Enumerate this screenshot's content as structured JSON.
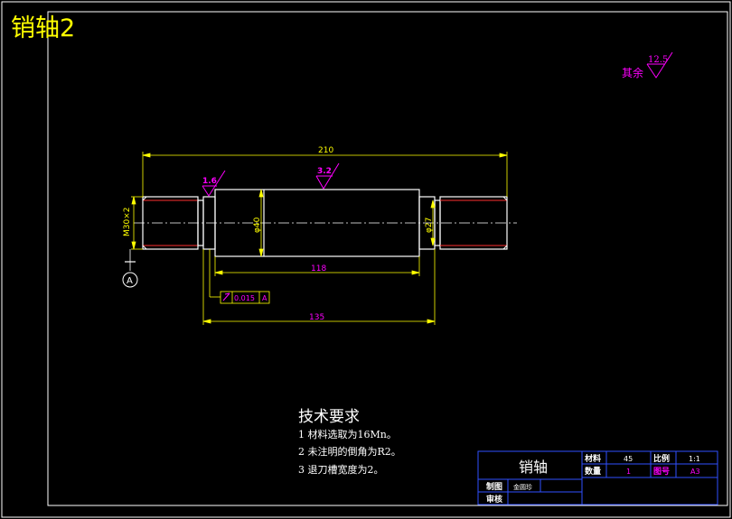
{
  "window": {
    "title": "销轴2"
  },
  "colors": {
    "background": "#000000",
    "frame": "#ffffff",
    "geometry": "#ffffff",
    "dimension": "#ffff00",
    "annotation": "#ff00ff",
    "thread": "#ff3030",
    "centerline": "#ffffff",
    "title_block": "#3050ff"
  },
  "roughness": {
    "other": {
      "label": "其余",
      "value": "12.5"
    },
    "left_shoulder": "1.6",
    "main_body": "3.2"
  },
  "dimensions": {
    "overall_length": "210",
    "body_length": "118",
    "length_to_right_shoulder": "135",
    "thread": "M30×2",
    "body_diameter": "φ40",
    "neck_diameter": "φ27"
  },
  "datum": {
    "label": "A"
  },
  "tolerance": {
    "value": "0.015",
    "datum": "A"
  },
  "tech_requirements": {
    "title": "技术要求",
    "items": [
      "1 材料选取为16Mn。",
      "2 未注明的倒角为R2。",
      "3 退刀槽宽度为2。"
    ]
  },
  "title_block": {
    "part_name": "销轴",
    "material_label": "材料",
    "material_value": "45",
    "scale_label": "比例",
    "scale_value": "1:1",
    "quantity_label": "数量",
    "quantity_value": "1",
    "drawing_no_label": "图号",
    "drawing_no_value": "A3",
    "drawn_label": "制图",
    "drawn_name": "金圆珍",
    "check_label": "审核",
    "check_name": ""
  }
}
